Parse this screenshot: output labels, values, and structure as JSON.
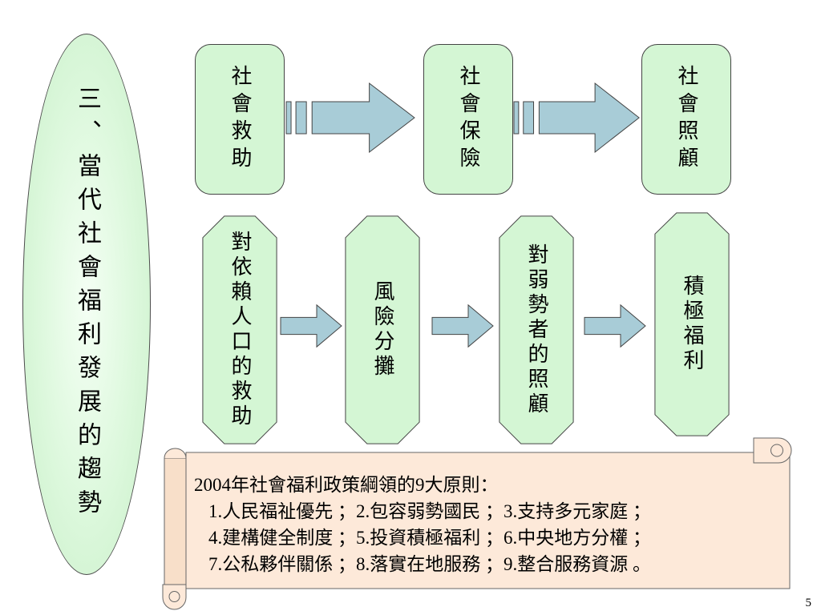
{
  "ellipse": {
    "label": "三、當代社會福利發展的趨勢"
  },
  "top_flow": {
    "boxes": [
      {
        "label": "社會救助"
      },
      {
        "label": "社會保險"
      },
      {
        "label": "社會照顧"
      }
    ]
  },
  "middle_flow": {
    "boxes": [
      {
        "label": "對依賴人口的救助"
      },
      {
        "label": "風險分攤"
      },
      {
        "label": "對弱勢者的照顧"
      },
      {
        "label": "積極福利"
      }
    ]
  },
  "scroll": {
    "lines": [
      "2004年社會福利政策綱領的9大原則：",
      "1.人民福祉優先 ；2.包容弱勢國民 ；3.支持多元家庭 ；",
      "4.建構健全制度 ；5.投資積極福利 ；6.中央地方分權 ；",
      "7.公私夥伴關係 ；8.落實在地服務 ；9.整合服務資源 。"
    ]
  },
  "page_number": "5",
  "colors": {
    "box_fill": "#d4f6d4",
    "arrow_fill": "#a8ccd7",
    "scroll_fill": "#fde9d9",
    "outline": "#444444"
  }
}
